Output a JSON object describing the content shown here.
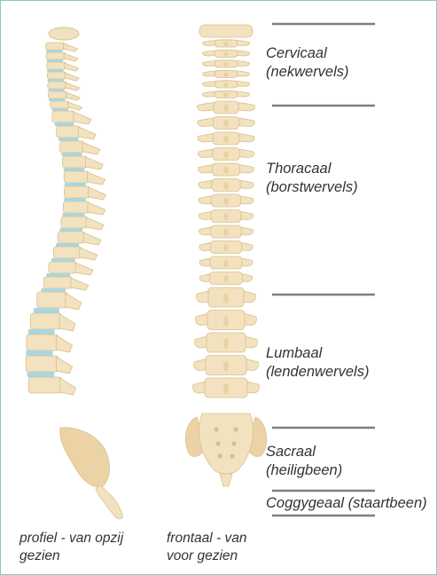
{
  "colors": {
    "bone": "#f3e2bf",
    "bone_outline": "#d9c08f",
    "disc": "#a9d6e2",
    "divider": "#7f7f7f",
    "border": "#7fcdc6",
    "text": "#333333"
  },
  "regions": {
    "cervical": {
      "line1": "Cervicaal",
      "line2": "(nekwervels)"
    },
    "thoracic": {
      "line1": "Thoracaal",
      "line2": "(borstwervels)"
    },
    "lumbar": {
      "line1": "Lumbaal",
      "line2": "(lendenwervels)"
    },
    "sacral": {
      "line1": "Sacraal",
      "line2": "(heiligbeen)"
    },
    "coccygeal": {
      "line1": "Coggygeaal (staartbeen)"
    }
  },
  "captions": {
    "profile": {
      "line1": "profiel - van opzij",
      "line2": "gezien"
    },
    "frontal": {
      "line1": "frontaal - van",
      "line2": "voor gezien"
    }
  },
  "views": {
    "profile": {
      "icon": "spine-side-view-icon"
    },
    "frontal": {
      "icon": "spine-front-view-icon"
    }
  }
}
